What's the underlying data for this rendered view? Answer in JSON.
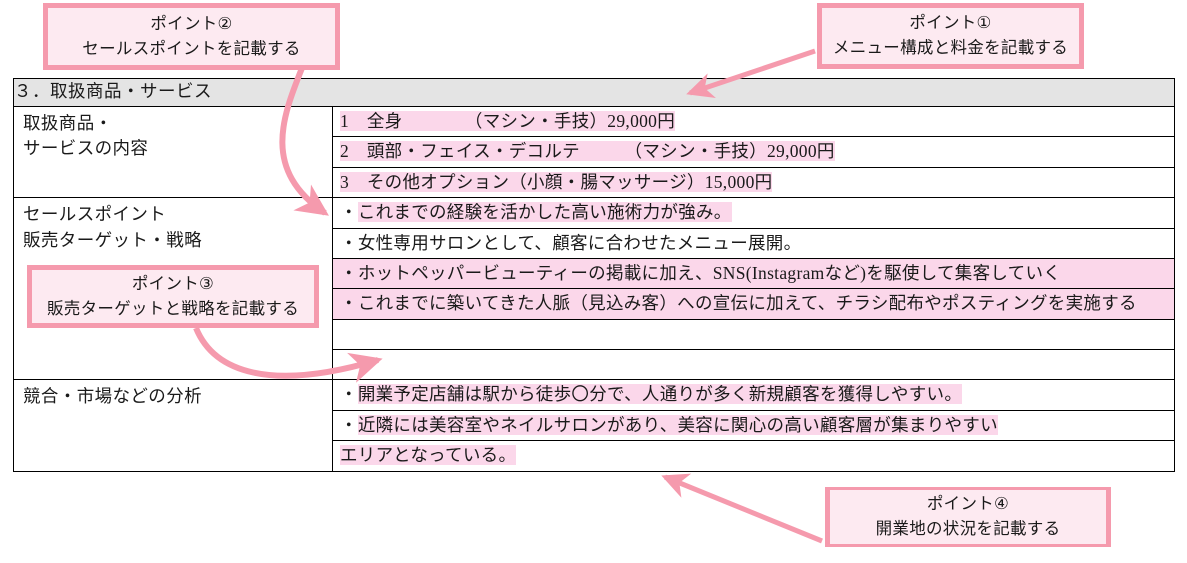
{
  "colors": {
    "highlight_pink": "#fbd7ea",
    "callout_border": "#f59aad",
    "callout_fill": "#fdeaf1",
    "arrow": "#f59aad",
    "header_gray": "#e4e4e4",
    "border": "#000000"
  },
  "table": {
    "section_header": "３．取扱商品・サービス",
    "rows": [
      {
        "label_lines": [
          "取扱商品・",
          "サービスの内容"
        ],
        "items": [
          {
            "number": "1",
            "name": "全身",
            "detail": "（マシン・手技）29,000円",
            "full": "1　全身　　　　（マシン・手技）29,000円",
            "highlight": "full"
          },
          {
            "number": "2",
            "name": "頭部・フェイス・デコルテ",
            "detail": "（マシン・手技）29,000円",
            "full": "2　頭部・フェイス・デコルテ　　　（マシン・手技）29,000円",
            "highlight": "full"
          },
          {
            "number": "3",
            "name": "その他オプション（小顔・腸マッサージ）",
            "detail": "15,000円",
            "full": "3　その他オプション（小顔・腸マッサージ）15,000円",
            "highlight": "full"
          }
        ]
      },
      {
        "label_lines": [
          "セールスポイント",
          "販売ターゲット・戦略"
        ],
        "items": [
          {
            "bullet": "・",
            "text": "これまでの経験を活かした高い施術力が強み。",
            "highlight": "text-only"
          },
          {
            "bullet": "・",
            "text": "女性専用サロンとして、顧客に合わせたメニュー展開。",
            "highlight": "none"
          },
          {
            "bullet": "・",
            "text": "ホットペッパービューティーの掲載に加え、SNS(Instagramなど)を駆使して集客していく",
            "highlight": "full"
          },
          {
            "bullet": "・",
            "text": "これまでに築いてきた人脈（見込み客）への宣伝に加えて、チラシ配布やポスティングを実施する",
            "highlight": "full"
          },
          {
            "bullet": "",
            "text": "",
            "highlight": "none"
          },
          {
            "bullet": "",
            "text": "",
            "highlight": "none"
          }
        ]
      },
      {
        "label_lines": [
          "競合・市場などの分析"
        ],
        "items": [
          {
            "bullet": "・",
            "text": "開業予定店舗は駅から徒歩〇分で、人通りが多く新規顧客を獲得しやすい。",
            "highlight": "full"
          },
          {
            "bullet": "・",
            "text": "近隣には美容室やネイルサロンがあり、美容に関心の高い顧客層が集まりやすい",
            "highlight": "full"
          },
          {
            "bullet": "",
            "text": "エリアとなっている。",
            "highlight": "text-only"
          }
        ]
      }
    ]
  },
  "callouts": [
    {
      "id": "point-1",
      "title": "ポイント①",
      "description": "メニュー構成と料金を記載する"
    },
    {
      "id": "point-2",
      "title": "ポイント②",
      "description": "セールスポイントを記載する"
    },
    {
      "id": "point-3",
      "title": "ポイント③",
      "description": "販売ターゲットと戦略を記載する"
    },
    {
      "id": "point-4",
      "title": "ポイント④",
      "description": "開業地の状況を記載する"
    }
  ]
}
